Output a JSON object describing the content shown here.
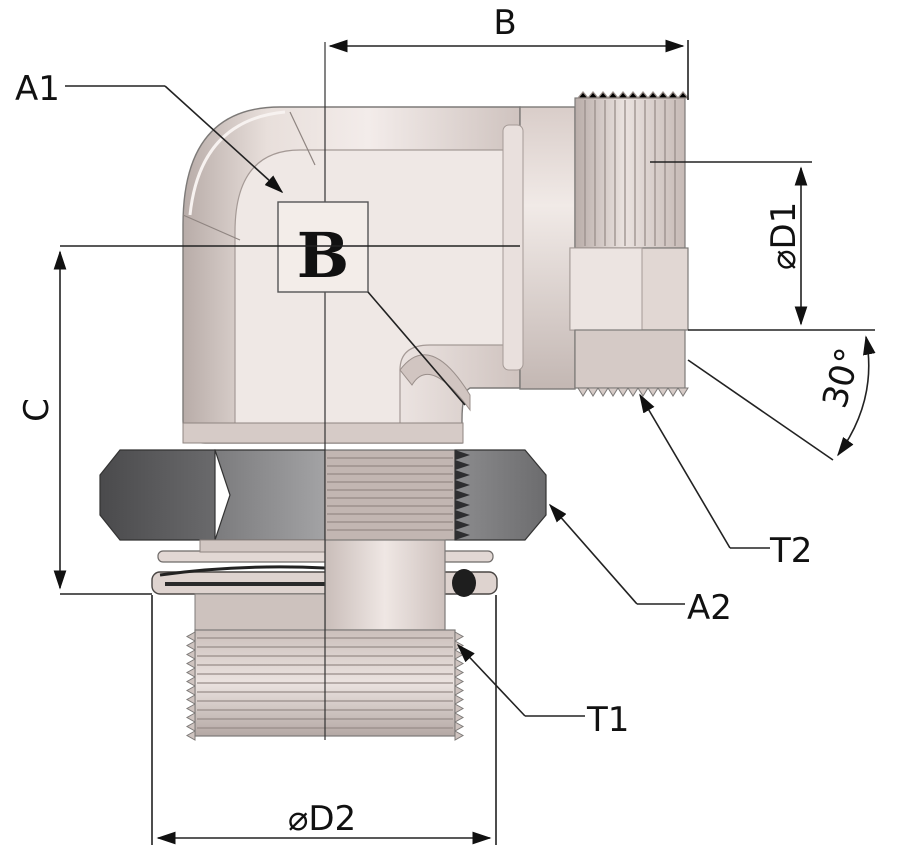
{
  "diagram": {
    "labels": {
      "B": "B",
      "A1": "A1",
      "C": "C",
      "D1": "D1",
      "angle": "30°",
      "T2": "T2",
      "A2": "A2",
      "T1": "T1",
      "D2": "D2",
      "diameter_symbol": "⌀"
    },
    "badge_letter": "B",
    "colors": {
      "metal_light": "#e6dcd8",
      "metal_mid": "#cfc3bf",
      "metal_dark": "#a79c98",
      "nut_dark": "#5a5a5c",
      "nut_mid": "#8c8c8e",
      "oring": "#1e1e1e",
      "dimension": "#222222"
    }
  }
}
